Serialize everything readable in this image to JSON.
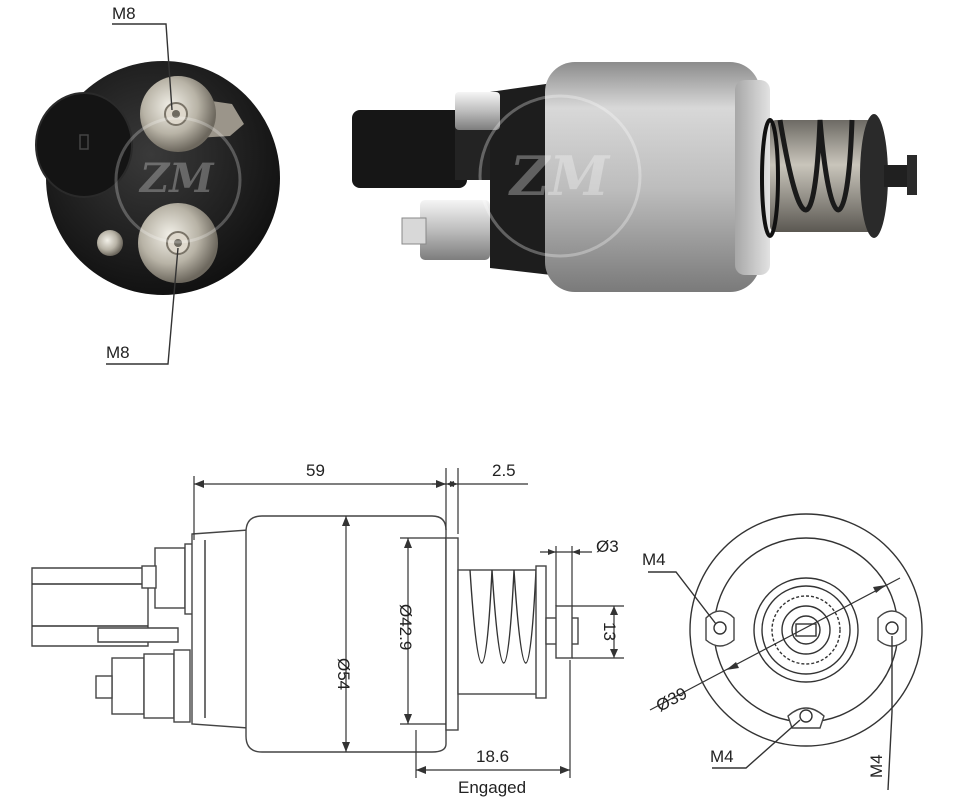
{
  "photo_labels": {
    "top_stud": "M8",
    "bottom_stud": "M8"
  },
  "drawing_labels": {
    "length": "59",
    "gap": "2.5",
    "dia_body": "Ø54",
    "dia_inner": "Ø42.9",
    "dia_pin": "Ø3",
    "pin_height": "13",
    "travel": "18.6",
    "engaged": "Engaged",
    "pcd": "Ø39",
    "hole_left": "M4",
    "hole_bottom": "M4",
    "hole_right": "M4"
  },
  "watermark": "ZM",
  "colors": {
    "housing_dark": "#1c1c1c",
    "body_silver": "#b9b9b9",
    "line": "#333333"
  }
}
